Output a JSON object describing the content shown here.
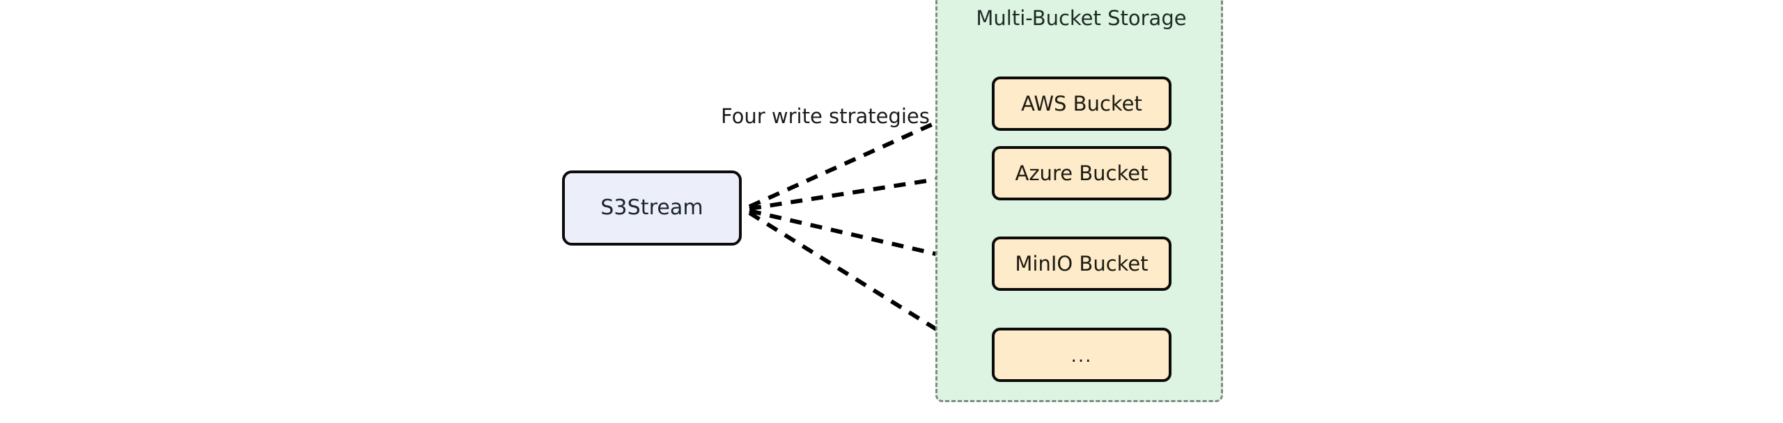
{
  "diagram": {
    "type": "flowchart",
    "background": "#ffffff",
    "source_node": {
      "id": "s3stream",
      "label": "S3Stream",
      "fill": "#eceffa",
      "stroke": "#0b0b0b"
    },
    "edge_label": "Four write  strategies",
    "edge_style": "dashed",
    "edge_count": 4,
    "arrowhead": "open-v",
    "cluster": {
      "id": "multi-bucket-storage",
      "title": "Multi-Bucket Storage",
      "fill": "#ddf4e2",
      "stroke": "#7b8c80",
      "stroke_style": "dashed",
      "nodes": [
        {
          "id": "aws-bucket",
          "label": "AWS Bucket",
          "fill": "#fdebc9",
          "stroke": "#0b0b0b"
        },
        {
          "id": "azure-bucket",
          "label": "Azure Bucket",
          "fill": "#fdebc9",
          "stroke": "#0b0b0b"
        },
        {
          "id": "minio-bucket",
          "label": "MinIO Bucket",
          "fill": "#fdebc9",
          "stroke": "#0b0b0b"
        },
        {
          "id": "more-buckets",
          "label": "...",
          "fill": "#fdebc9",
          "stroke": "#0b0b0b"
        }
      ]
    }
  }
}
